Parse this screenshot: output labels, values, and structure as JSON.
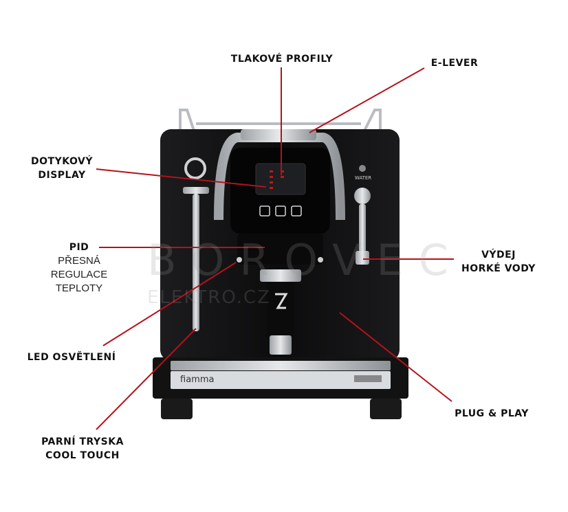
{
  "colors": {
    "leader_line": "#b5121b",
    "machine_body": "#0f0f10",
    "steel": "#c9ccd0"
  },
  "labels": {
    "tlakove_profily": "TLAKOVÉ PROFILY",
    "e_lever": "E-LEVER",
    "dotykovy_display": [
      "DOTYKOVÝ",
      "DISPLAY"
    ],
    "pid": "PID",
    "pid_desc": [
      "PŘESNÁ",
      "REGULACE",
      "TEPLOTY"
    ],
    "led": "LED OSVĚTLENÍ",
    "parni_tryska": [
      "PARNÍ TRYSKA",
      "COOL TOUCH"
    ],
    "vydej": [
      "VÝDEJ",
      "HORKÉ VODY"
    ],
    "plug_play": "PLUG & PLAY"
  },
  "machine": {
    "brand": "fiamma",
    "water_label": "WATER"
  },
  "watermark": {
    "line1": "BOROVEC",
    "line2": "ELEKTRO.CZ"
  }
}
